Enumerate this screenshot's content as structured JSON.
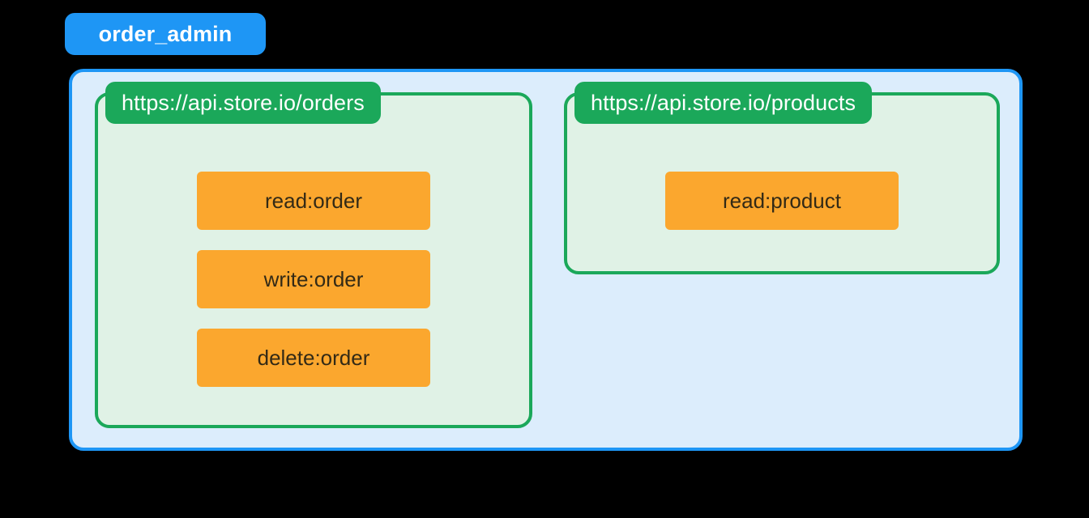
{
  "diagram": {
    "background_color": "#000000",
    "role": {
      "label": "order_admin",
      "badge_color": "#1E96F5",
      "text_color": "#FFFFFF"
    },
    "container": {
      "fill_color": "#DCEDFC",
      "border_color": "#1E96F5"
    },
    "apis": [
      {
        "title": "https://api.store.io/orders",
        "header_color": "#1BA85A",
        "fill_color": "#E0F2E6",
        "border_color": "#1BA85A",
        "scopes": [
          {
            "label": "read:order"
          },
          {
            "label": "write:order"
          },
          {
            "label": "delete:order"
          }
        ]
      },
      {
        "title": "https://api.store.io/products",
        "header_color": "#1BA85A",
        "fill_color": "#E0F2E6",
        "border_color": "#1BA85A",
        "scopes": [
          {
            "label": "read:product"
          }
        ]
      }
    ],
    "scope_chip_color": "#FBA72E",
    "scope_text_color": "#332A16"
  }
}
